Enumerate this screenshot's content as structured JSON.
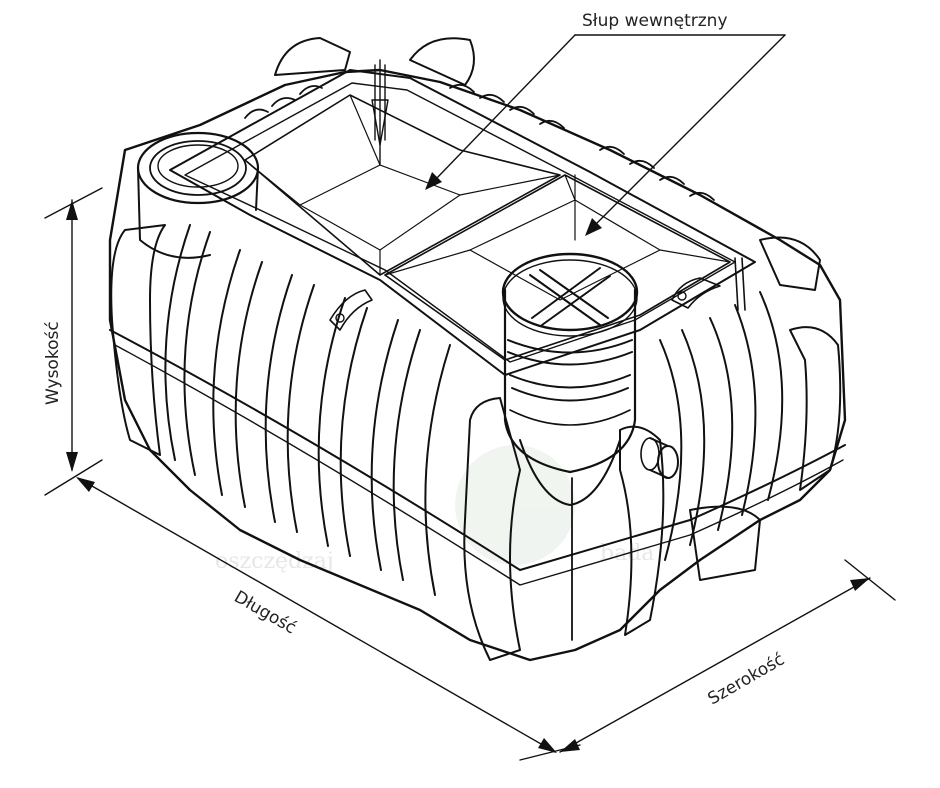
{
  "labels": {
    "inner_column": "Słup wewnętrzny",
    "height": "Wysokość",
    "length": "Długość",
    "width": "Szerokość"
  },
  "watermark": {
    "left_text": "oszczędzaj",
    "right_text": "bada"
  },
  "colors": {
    "line": "#111111",
    "watermark": "#cfd8cf"
  }
}
